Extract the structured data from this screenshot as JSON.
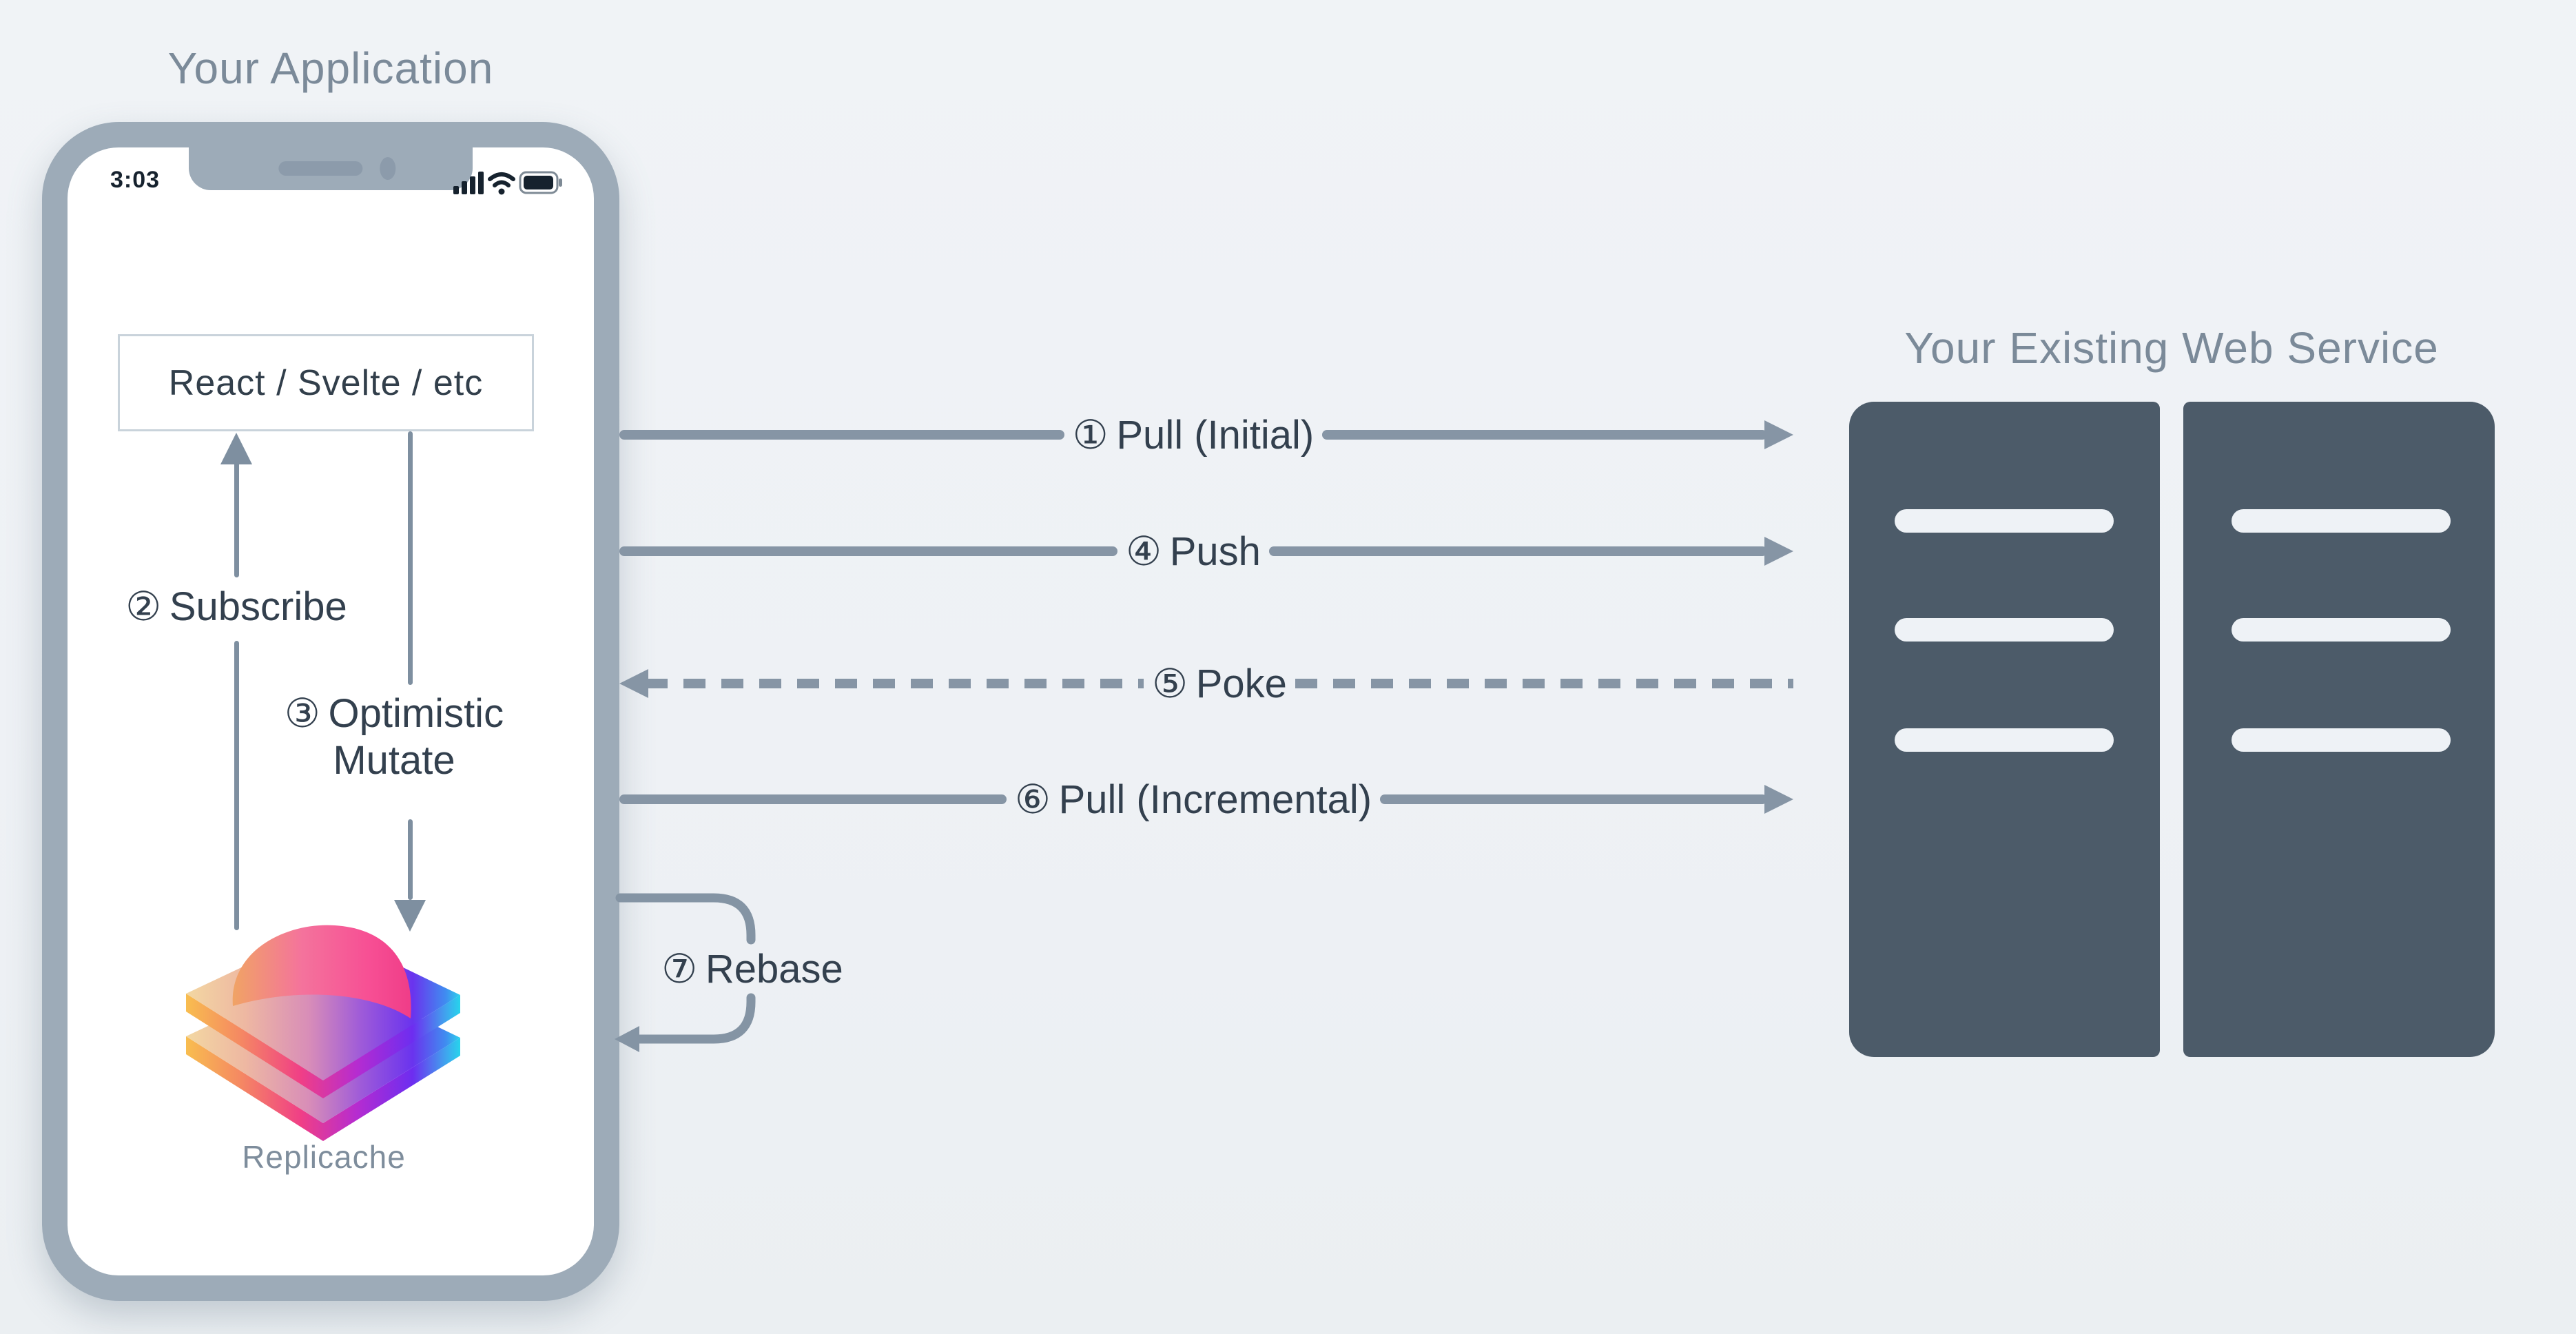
{
  "app": {
    "title": "Your Application",
    "status_time": "3:03",
    "framework_box": "React / Svelte / etc",
    "logo_caption": "Replicache"
  },
  "service": {
    "title": "Your Existing Web Service"
  },
  "flows": {
    "pull_initial": {
      "number": "①",
      "label": "Pull (Initial)",
      "style": "solid",
      "direction": "app-to-server"
    },
    "subscribe": {
      "number": "②",
      "label": "Subscribe",
      "style": "solid",
      "direction": "replicache-to-ui"
    },
    "optimistic_mutate": {
      "number": "③",
      "label": "Optimistic",
      "label_line2": "Mutate",
      "style": "solid",
      "direction": "ui-to-replicache"
    },
    "push": {
      "number": "④",
      "label": "Push",
      "style": "solid",
      "direction": "app-to-server"
    },
    "poke": {
      "number": "⑤",
      "label": "Poke",
      "style": "dashed",
      "direction": "server-to-app"
    },
    "pull_incremental": {
      "number": "⑥",
      "label": "Pull (Incremental)",
      "style": "solid",
      "direction": "app-to-server"
    },
    "rebase": {
      "number": "⑦",
      "label": "Rebase",
      "style": "loop",
      "direction": "app-local"
    }
  },
  "colors": {
    "background": "#eef1f5",
    "phone_frame": "#9dabb8",
    "screen": "#ffffff",
    "arrow": "#8695a5",
    "inner_arrow": "#7e8fa0",
    "label_text": "#33404e",
    "muted_title": "#7b8a99",
    "server": "#4c5b69",
    "server_bar": "#eef2f6",
    "box_border": "#c9d3db",
    "logo_gradient": [
      "#f3d9a2",
      "#ef5f9a",
      "#7a3bee",
      "#2adfec"
    ]
  }
}
